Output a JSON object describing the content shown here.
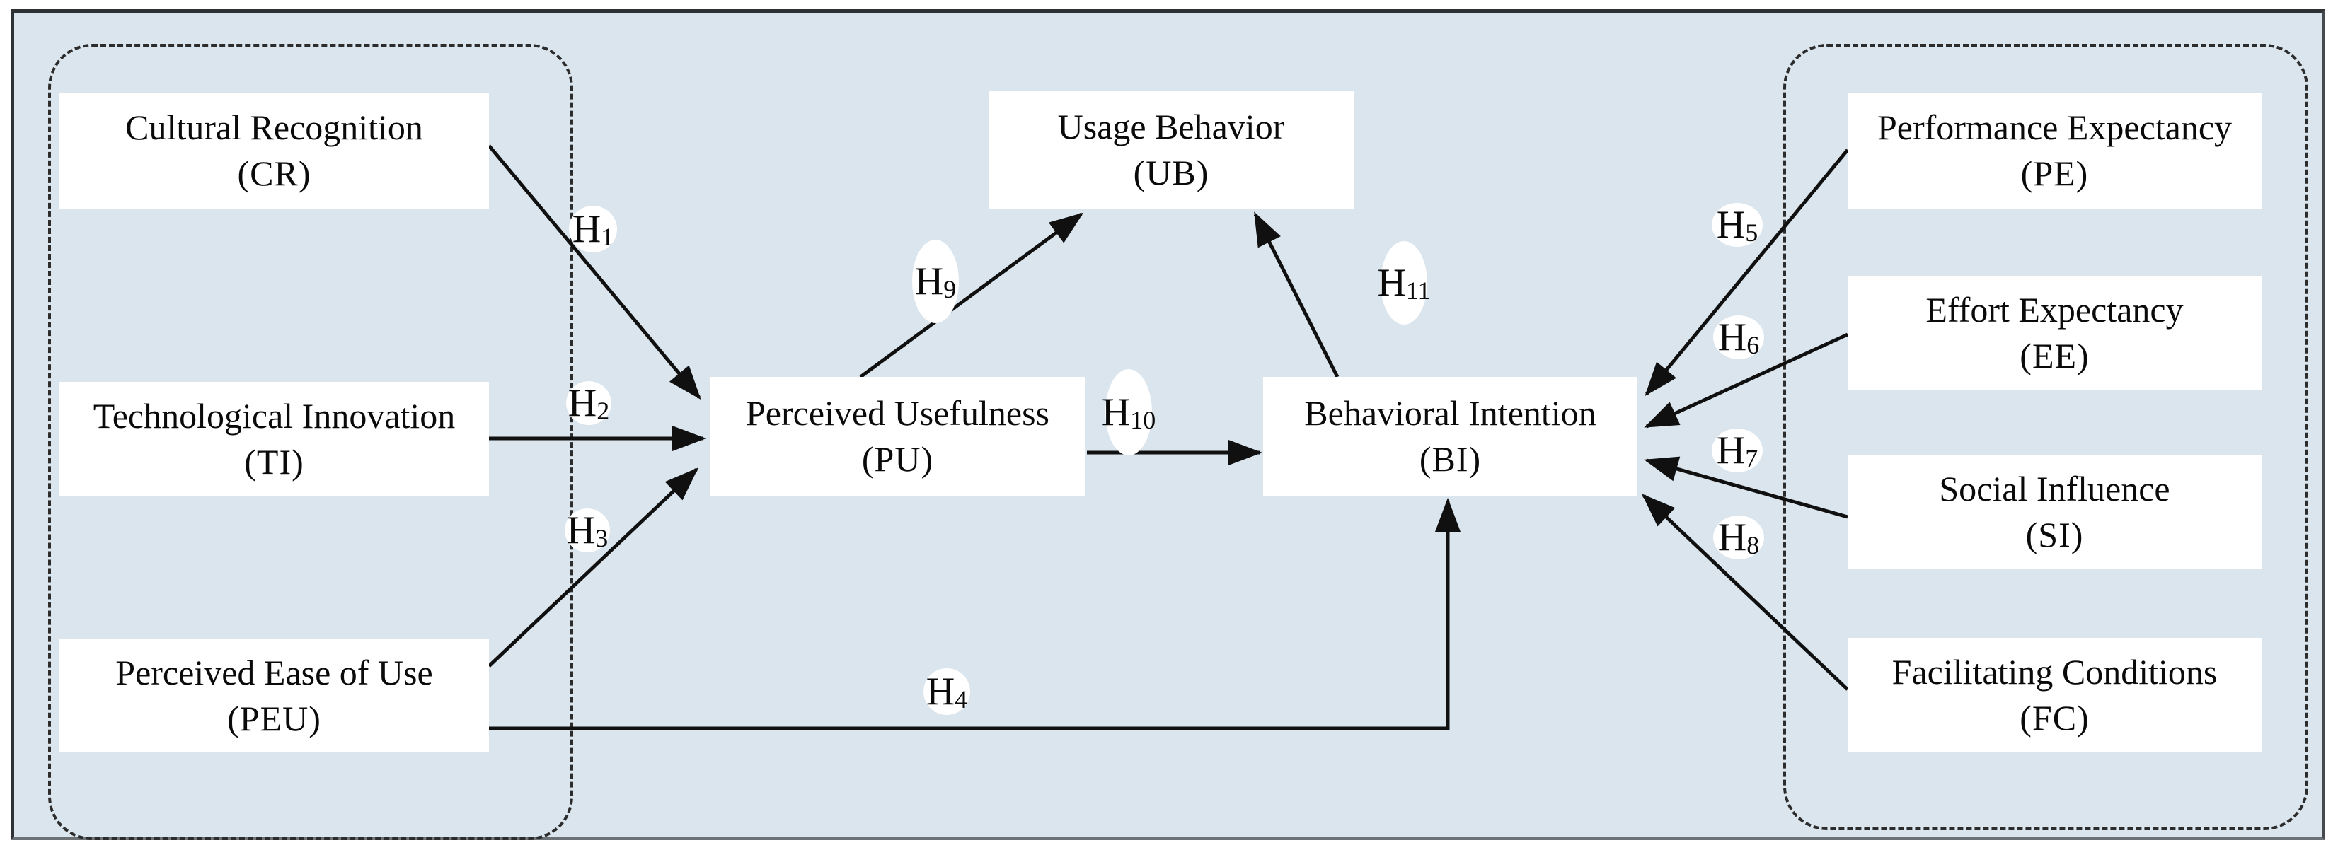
{
  "figure": {
    "background_color": "#dae5ee",
    "box_fill": "#ffffff",
    "arrow_color": "#101010",
    "dashed_group_border_color": "#2c2c2c",
    "outer_frame_border_color": "#3f4347"
  },
  "constructs": {
    "cr": {
      "name": "Cultural Recognition",
      "abbr": "(CR)"
    },
    "ti": {
      "name": "Technological Innovation",
      "abbr": "(TI)"
    },
    "peu": {
      "name": "Perceived Ease of Use",
      "abbr": "(PEU)"
    },
    "ub": {
      "name": "Usage Behavior",
      "abbr": "(UB)"
    },
    "pu": {
      "name": "Perceived Usefulness",
      "abbr": "(PU)"
    },
    "bi": {
      "name": "Behavioral Intention",
      "abbr": "(BI)"
    },
    "pe": {
      "name": "Performance Expectancy",
      "abbr": "(PE)"
    },
    "ee": {
      "name": "Effort Expectancy",
      "abbr": "(EE)"
    },
    "si": {
      "name": "Social Influence",
      "abbr": "(SI)"
    },
    "fc": {
      "name": "Facilitating Conditions",
      "abbr": "(FC)"
    }
  },
  "hypotheses": {
    "h1": {
      "h": "H",
      "sub": "1"
    },
    "h2": {
      "h": "H",
      "sub": "2"
    },
    "h3": {
      "h": "H",
      "sub": "3"
    },
    "h4": {
      "h": "H",
      "sub": "4"
    },
    "h5": {
      "h": "H",
      "sub": "5"
    },
    "h6": {
      "h": "H",
      "sub": "6"
    },
    "h7": {
      "h": "H",
      "sub": "7"
    },
    "h8": {
      "h": "H",
      "sub": "8"
    },
    "h9": {
      "h": "H",
      "sub": "9"
    },
    "h10": {
      "h": "H",
      "sub": "10"
    },
    "h11": {
      "h": "H",
      "sub": "11"
    }
  }
}
